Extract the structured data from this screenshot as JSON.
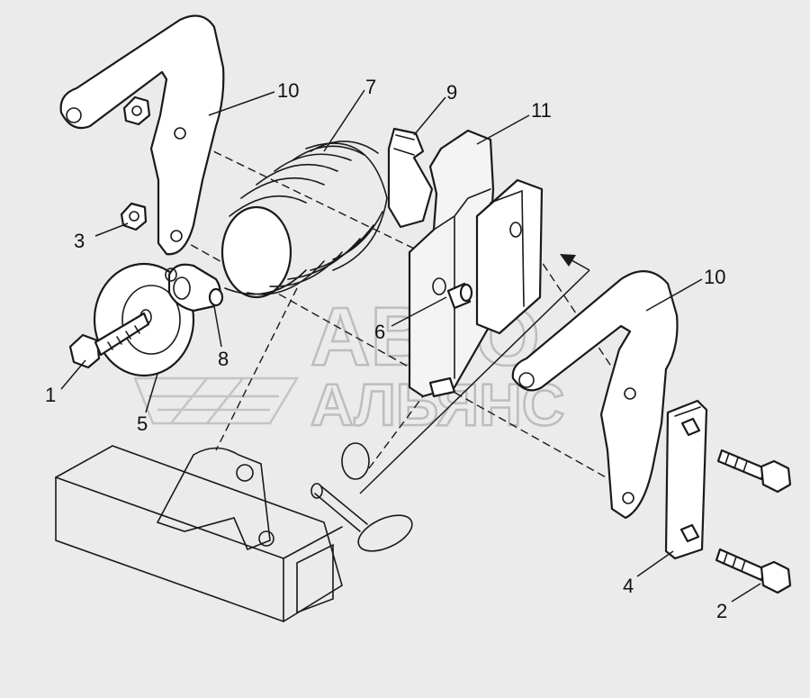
{
  "watermark": {
    "line1": "АВТО",
    "line2": "АЛЬЯНС"
  },
  "callouts": [
    {
      "id": "c10a",
      "label": "10"
    },
    {
      "id": "c7",
      "label": "7"
    },
    {
      "id": "c9",
      "label": "9"
    },
    {
      "id": "c11",
      "label": "11"
    },
    {
      "id": "c3",
      "label": "3"
    },
    {
      "id": "c10b",
      "label": "10"
    },
    {
      "id": "c6",
      "label": "6"
    },
    {
      "id": "c8",
      "label": "8"
    },
    {
      "id": "c1",
      "label": "1"
    },
    {
      "id": "c5",
      "label": "5"
    },
    {
      "id": "c4",
      "label": "4"
    },
    {
      "id": "c2",
      "label": "2"
    }
  ]
}
